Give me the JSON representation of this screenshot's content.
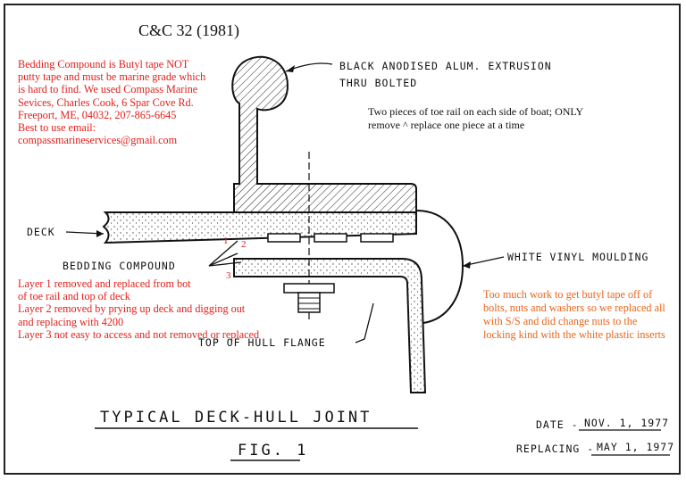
{
  "title": "C&C 32 (1981)",
  "red_notes_top": [
    "Bedding Compound is Butyl tape NOT",
    "putty tape and must be marine grade which",
    "is hard to find.  We used Compass Marine",
    "Sevices, Charles Cook, 6 Spar Cove Rd.",
    "Freeport, ME, 04032, 207-865-6645",
    "Best to use email:",
    "compassmarineservices@gmail.com"
  ],
  "extrusion_label": [
    "BLACK ANODISED ALUM. EXTRUSION",
    "THRU BOLTED"
  ],
  "toe_rail_note": [
    "Two pieces of toe rail on each side of boat; ONLY",
    "remove ^ replace one piece at a time"
  ],
  "deck_label": "DECK",
  "bedding_label": "BEDDING    COMPOUND",
  "layer_numbers": [
    "1",
    "2",
    "3"
  ],
  "vinyl_label": "WHITE VINYL MOULDING",
  "layer_notes": [
    "Layer 1 removed and replaced from bot",
    "of toe rail and top of deck",
    "Layer 2 removed by prying up deck and digging out",
    "and replacing with 4200",
    "Layer 3 not easy to access and not removed or replaced"
  ],
  "hull_flange_label": "TOP OF HULL FLANGE",
  "butyl_note": [
    "Too much work to get butyl tape off of",
    "bolts, nuts and washers so we replaced all",
    "with S/S and did change nuts to the",
    "locking kind with the white plastic inserts"
  ],
  "drawing_title": "TYPICAL DECK-HULL JOINT",
  "figure_label": "FIG. 1",
  "date_label": "DATE -",
  "date_value": "NOV. 1, 1977",
  "replacing_label": "REPLACING -",
  "replacing_value": "MAY 1, 1977",
  "colors": {
    "red_note": "#e0201b",
    "orange_note": "#e8651a",
    "ink": "#111111"
  }
}
